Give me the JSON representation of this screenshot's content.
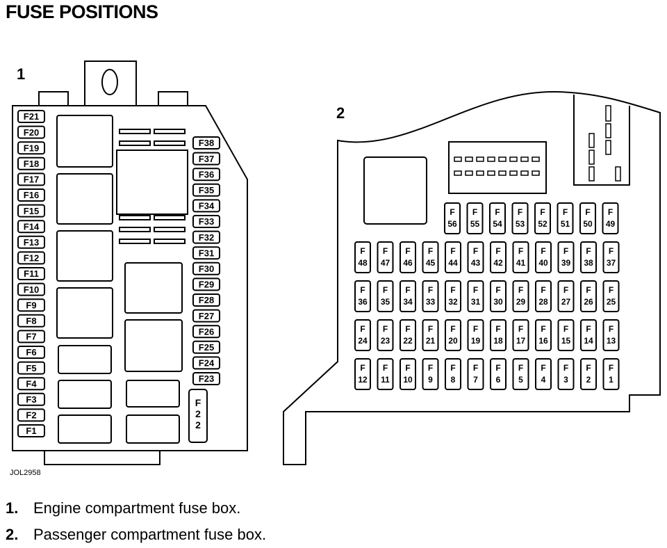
{
  "title": "FUSE POSITIONS",
  "figure_code": "JOL2958",
  "boxes": [
    {
      "number": "1",
      "name": "Engine compartment fuse box",
      "left_column": [
        "F21",
        "F20",
        "F19",
        "F18",
        "F17",
        "F16",
        "F15",
        "F14",
        "F13",
        "F12",
        "F11",
        "F10",
        "F9",
        "F8",
        "F7",
        "F6",
        "F5",
        "F4",
        "F3",
        "F2",
        "F1"
      ],
      "right_column": [
        "F38",
        "F37",
        "F36",
        "F35",
        "F34",
        "F33",
        "F32",
        "F31",
        "F30",
        "F29",
        "F28",
        "F27",
        "F26",
        "F25",
        "F24",
        "F23"
      ],
      "vertical_fuse": [
        "F",
        "2",
        "2"
      ]
    },
    {
      "number": "2",
      "name": "Passenger compartment fuse box",
      "prefix": "F",
      "rows": [
        [
          "56",
          "55",
          "54",
          "53",
          "52",
          "51",
          "50",
          "49"
        ],
        [
          "48",
          "47",
          "46",
          "45",
          "44",
          "43",
          "42",
          "41",
          "40",
          "39",
          "38",
          "37"
        ],
        [
          "36",
          "35",
          "34",
          "33",
          "32",
          "31",
          "30",
          "29",
          "28",
          "27",
          "26",
          "25"
        ],
        [
          "24",
          "23",
          "22",
          "21",
          "20",
          "19",
          "18",
          "17",
          "16",
          "15",
          "14",
          "13"
        ],
        [
          "12",
          "11",
          "10",
          "9",
          "8",
          "7",
          "6",
          "5",
          "4",
          "3",
          "2",
          "1"
        ]
      ]
    }
  ],
  "legend": [
    {
      "num": "1.",
      "text": "Engine compartment fuse box."
    },
    {
      "num": "2.",
      "text": "Passenger compartment fuse box."
    }
  ]
}
